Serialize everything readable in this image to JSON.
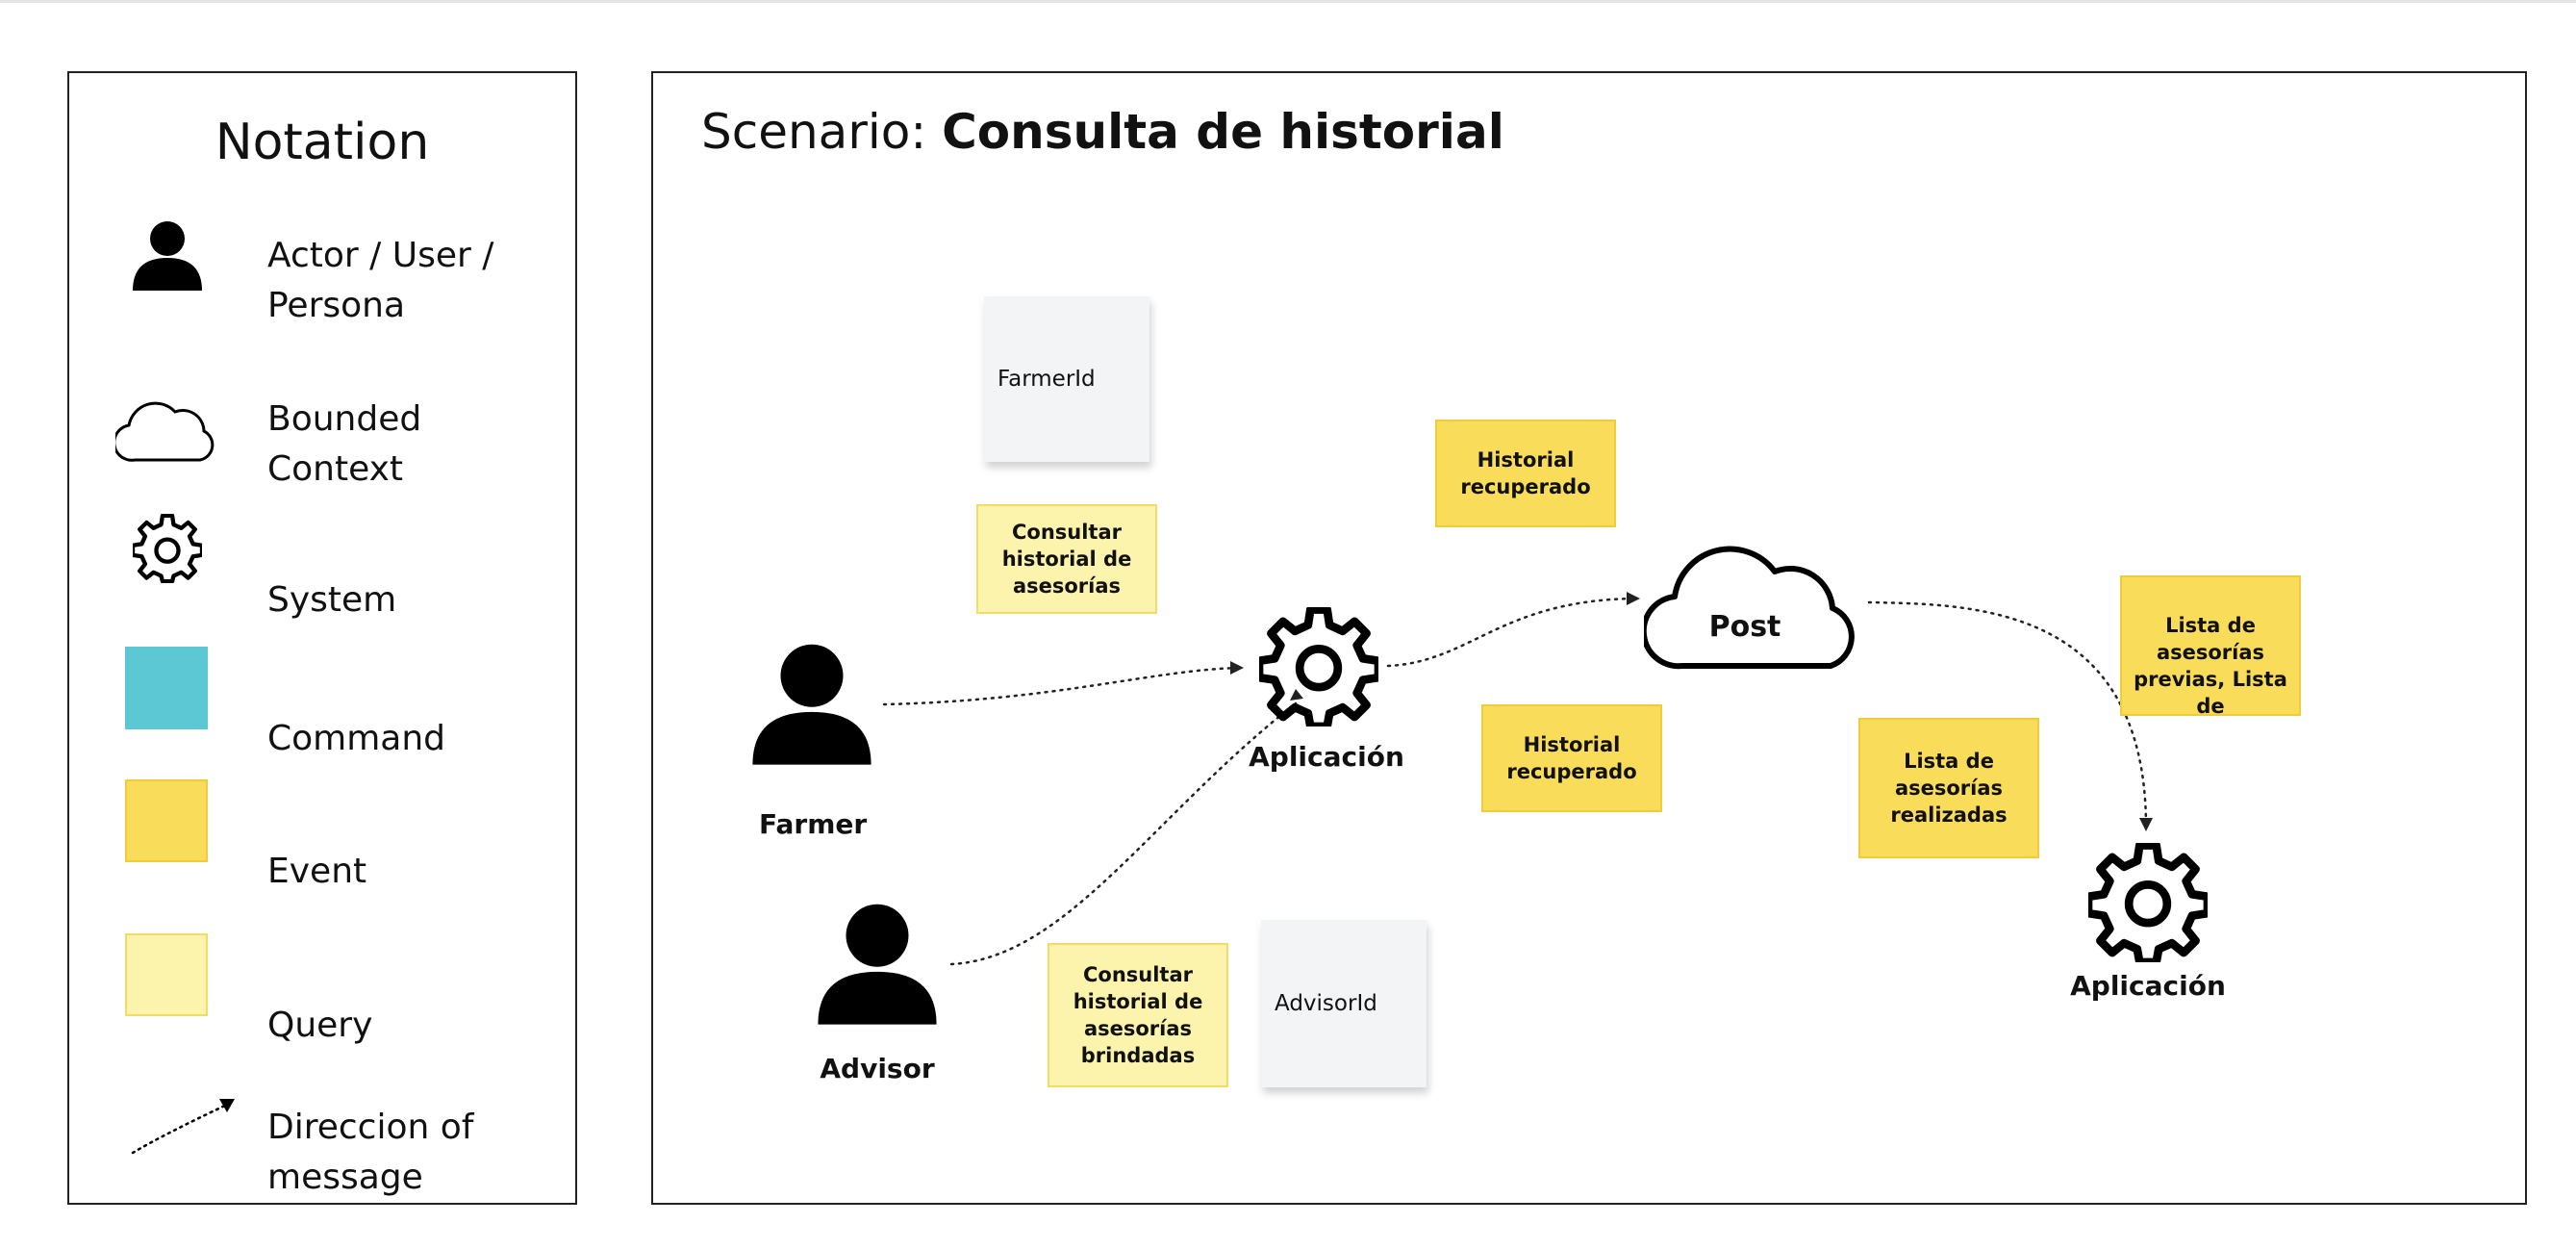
{
  "legend": {
    "title": "Notation",
    "items": [
      {
        "icon": "person-icon",
        "label": "Actor / User /\nPersona"
      },
      {
        "icon": "cloud-icon",
        "label": "Bounded\nContext"
      },
      {
        "icon": "gear-icon",
        "label": "System"
      },
      {
        "icon": "command-swatch",
        "label": "Command",
        "color": "#5bc8d3"
      },
      {
        "icon": "event-swatch",
        "label": "Event",
        "color": "#f8dc5a"
      },
      {
        "icon": "query-swatch",
        "label": "Query",
        "color": "#fcf3ad"
      },
      {
        "icon": "dotted-arrow-icon",
        "label": "Direccion of\nmessage"
      }
    ]
  },
  "scenario": {
    "title_prefix": "Scenario: ",
    "title_name": "Consulta de historial",
    "actors": {
      "farmer": "Farmer",
      "advisor": "Advisor"
    },
    "systems": {
      "app_main": "Aplicación",
      "app_secondary": "Aplicación"
    },
    "context": "Post",
    "notes": {
      "farmer_id": "FarmerId",
      "advisor_id": "AdvisorId",
      "query_farmer": "Consultar historial de asesorías",
      "query_advisor": "Consultar historial de asesorías brindadas",
      "event_historial_top": "Historial recuperado",
      "event_historial_bottom": "Historial recuperado",
      "event_lista_realizadas": "Lista de asesorías realizadas",
      "event_lista_previas": "Lista de asesorías previas, Lista de publicaciones"
    }
  },
  "colors": {
    "command": "#5bc8d3",
    "event": "#f8dc5a",
    "query": "#fcf3ad",
    "data": "#f3f4f6"
  }
}
